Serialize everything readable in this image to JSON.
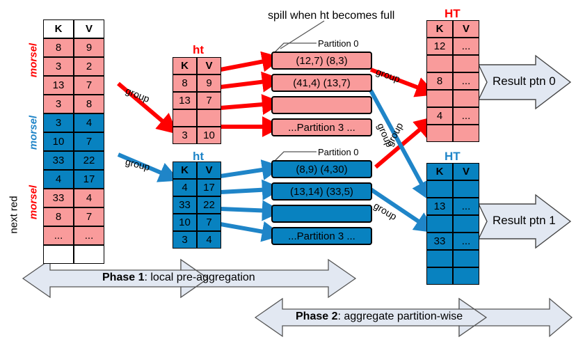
{
  "title_note": "spill when ht becomes full",
  "input_table": {
    "headers": [
      "K",
      "V"
    ],
    "rows": [
      [
        "8",
        "9"
      ],
      [
        "3",
        "2"
      ],
      [
        "13",
        "7"
      ],
      [
        "3",
        "8"
      ],
      [
        "3",
        "4"
      ],
      [
        "10",
        "7"
      ],
      [
        "33",
        "22"
      ],
      [
        "4",
        "17"
      ],
      [
        "33",
        "4"
      ],
      [
        "8",
        "7"
      ],
      [
        "...",
        "..."
      ],
      [
        "",
        ""
      ]
    ],
    "morsel_labels": [
      "morsel",
      "morsel",
      "morsel"
    ],
    "next_red_label": "next red"
  },
  "ht_red": {
    "title": "ht",
    "headers": [
      "K",
      "V"
    ],
    "rows": [
      [
        "8",
        "9"
      ],
      [
        "13",
        "7"
      ],
      [
        "",
        ""
      ],
      [
        "3",
        "10"
      ]
    ]
  },
  "ht_blue": {
    "title": "ht",
    "headers": [
      "K",
      "V"
    ],
    "rows": [
      [
        "4",
        "17"
      ],
      [
        "33",
        "22"
      ],
      [
        "10",
        "7"
      ],
      [
        "3",
        "4"
      ]
    ]
  },
  "partitions_red": {
    "label": "Partition 0",
    "bars": [
      "(12,7)  (8,3)",
      "(41,4) (13,7)",
      "",
      "...Partition 3 ..."
    ]
  },
  "partitions_blue": {
    "label": "Partition 0",
    "bars": [
      "(8,9)  (4,30)",
      "(13,14) (33,5)",
      "",
      "...Partition 3 ..."
    ]
  },
  "HT_red": {
    "title": "HT",
    "headers": [
      "K",
      "V"
    ],
    "rows": [
      [
        "12",
        "..."
      ],
      [
        "",
        ""
      ],
      [
        "8",
        "..."
      ],
      [
        "",
        ""
      ],
      [
        "4",
        "..."
      ],
      [
        "",
        ""
      ]
    ]
  },
  "HT_blue": {
    "title": "HT",
    "headers": [
      "K",
      "V"
    ],
    "rows": [
      [
        "",
        ""
      ],
      [
        "13",
        "..."
      ],
      [
        "",
        ""
      ],
      [
        "33",
        "..."
      ],
      [
        "",
        ""
      ],
      [
        "",
        ""
      ]
    ]
  },
  "results": {
    "ptn0": "Result ptn 0",
    "ptn1": "Result ptn 1"
  },
  "group_labels": {
    "g1": "group",
    "g2": "group",
    "g3": "group",
    "g4": "group",
    "g5": "group",
    "g6": "group"
  },
  "phases": {
    "p1_bold": "Phase 1",
    "p1_rest": ": local pre-aggregation",
    "p2_bold": "Phase 2",
    "p2_rest": ": aggregate partition-wise"
  },
  "colors": {
    "red_fill": "#F99B9B",
    "blue_fill": "#0882C0",
    "red_accent": "#FF0000",
    "blue_accent": "#1F85C8",
    "arrow_fill": "#E2E8F2"
  }
}
